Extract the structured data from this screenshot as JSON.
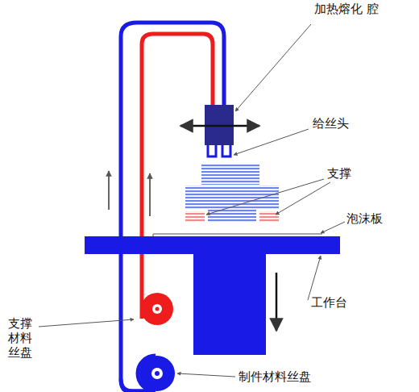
{
  "diagram": {
    "labels": [
      "加热熔化 腔",
      "给丝头",
      "支撑",
      "泡沫板",
      "工作台",
      "支撑 材料 丝盘",
      "制件材料丝盘"
    ]
  }
}
